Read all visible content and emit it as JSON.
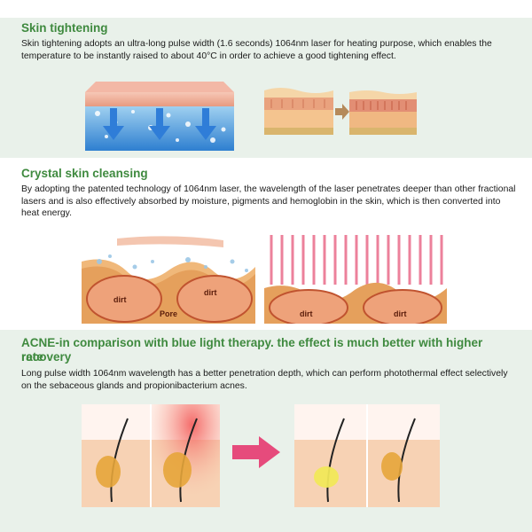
{
  "sections": [
    {
      "title": "Skin tightening",
      "body": "Skin tightening adopts an ultra-long pulse width (1.6 seconds) 1064nm laser  for heating purpose, which enables the temperature to be instantly raised to about 40°C in order to achieve a good tightening effect."
    },
    {
      "title": "Crystal skin cleansing",
      "body": "By adopting the patented technology of 1064nm laser, the wavelength of the laser penetrates deeper than other fractional lasers and is also effectively absorbed by moisture, pigments and hemoglobin in the skin, which is then converted into heat energy.",
      "labels": {
        "dirt": "dirt",
        "pore": "Pore"
      }
    },
    {
      "title_line1": "ACNE-in comparison with blue light therapy. the effect is much better with higher recovery",
      "title_line2": "rate",
      "body": "Long pulse width 1064nm wavelength has a better penetration depth, which can perform photothermal effect selectively on the sebaceous glands and propionibacterium acnes."
    }
  ],
  "icons": {
    "cooling_arrows": "down-arrow-icon",
    "transition_arrow": "right-arrow-icon",
    "comparison_arrow": "big-right-arrow-icon"
  },
  "colors": {
    "title_green": "#3f8a3f",
    "band_green": "#e9f1ea",
    "arrow_pink": "#e64b7c",
    "arrow_blue": "#2f7dd8"
  }
}
